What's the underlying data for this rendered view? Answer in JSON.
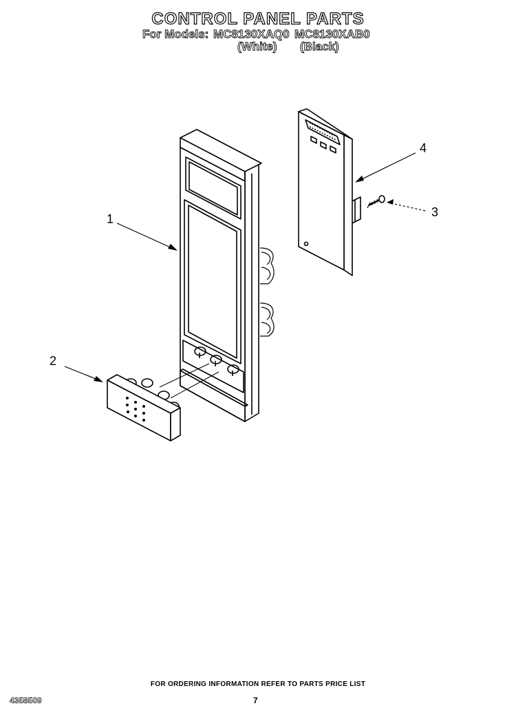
{
  "header": {
    "title": "CONTROL PANEL PARTS",
    "models_label": "For Models:",
    "model_white": "MC8130XAQ0",
    "model_black": "MC8130XAB0",
    "color_white": "(White)",
    "color_black": "(Black)"
  },
  "callouts": {
    "part1": "1",
    "part2": "2",
    "part3": "3",
    "part4": "4"
  },
  "footer": {
    "ordering_note": "FOR ORDERING INFORMATION REFER TO PARTS PRICE LIST",
    "doc_number": "4358509",
    "page_number": "7"
  }
}
